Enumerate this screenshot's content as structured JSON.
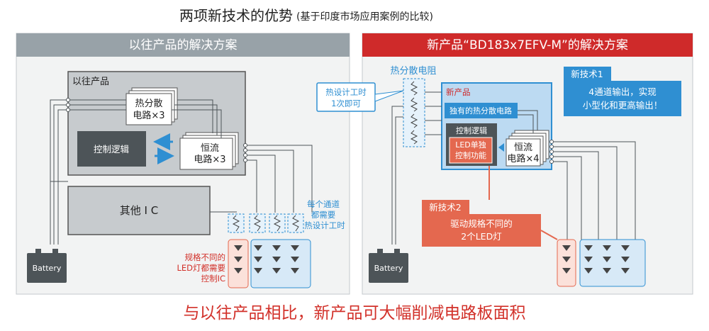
{
  "title": {
    "main": "两项新技术的优势",
    "sub": "(基于印度市场应用案例的比较)"
  },
  "left": {
    "header": "以往产品的解决方案",
    "box_title": "以往产品",
    "heat_block": [
      "热分散",
      "电路×3"
    ],
    "logic": "控制逻辑",
    "const_block": [
      "恒流",
      "电路×3"
    ],
    "other_ic": "其他 I C",
    "battery": "Battery",
    "note_blue": [
      "每个通道",
      "都需要",
      "热设计工时"
    ],
    "note_red": [
      "规格不同的",
      "LED灯都需要",
      "控制IC"
    ]
  },
  "right": {
    "header": "新产品“BD183x7EFV-M”的解决方案",
    "heat_resistor": "热分散电阻",
    "callout": [
      "热设计工时",
      "1次即可"
    ],
    "box_title": "新产品",
    "unique": "独有的热分散电路",
    "logic": "控制逻辑",
    "led_single": [
      "LED单独",
      "控制功能"
    ],
    "const_block": [
      "恒流",
      "电路×4"
    ],
    "tech1_title": "新技术1",
    "tech1_text": [
      "4通道输出，实现",
      "小型化和更高输出！"
    ],
    "tech2_title": "新技术2",
    "tech2_text": [
      "驱动规格不同的",
      "2个LED灯"
    ],
    "battery": "Battery"
  },
  "bottom": "与以往产品相比，新产品可大幅削减电路板面积",
  "colors": {
    "gray_header": "#98a2a8",
    "red_header": "#cf2a2a",
    "blue": "#2f8fd2",
    "light_blue": "#d7e9f7",
    "orange_red": "#e4684f",
    "dark_block": "#4d5458"
  }
}
